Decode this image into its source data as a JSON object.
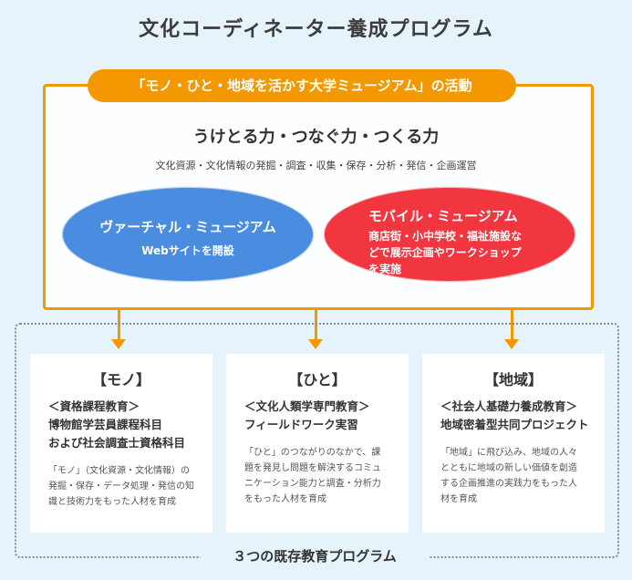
{
  "title": "文化コーディネーター養成プログラム",
  "banner": "「モノ・ひと・地域を活かす大学ミュージアム」の活動",
  "subhead": "うけとる力・つなぐ力・つくる力",
  "activities": "文化資源・文化情報の発掘・調査・収集・保存・分析・発信・企画運営",
  "virtual": {
    "title": "ヴァーチャル・ミュージアム",
    "desc": "Webサイトを開設"
  },
  "mobile": {
    "title": "モバイル・ミュージアム",
    "desc_lines": [
      "商店街・小中学校・福祉施設な",
      "どで展示企画やワークショップ",
      "を実施"
    ]
  },
  "cards": [
    {
      "title": "【モノ】",
      "sub_lines": [
        "＜資格課程教育＞",
        "博物館学芸員課程科目",
        "および社会調査士資格科目"
      ],
      "desc_lines": [
        "「モノ」（文化資源・文化情報）の",
        "発掘・保存・データ処理・発信の知",
        "識と技術力をもった人材を育成"
      ]
    },
    {
      "title": "【ひと】",
      "sub_lines": [
        "＜文化人類学専門教育＞",
        "フィールドワーク実習"
      ],
      "desc_lines": [
        "「ひと」のつながりのなかで、課",
        "題を発見し問題を解決するコミュ",
        "ニケーション能力と調査・分析力",
        "をもった人材を育成"
      ]
    },
    {
      "title": "【地域】",
      "sub_lines": [
        "＜社会人基礎力養成教育＞",
        "地域密着型共同プロジェクト"
      ],
      "desc_lines": [
        "「地域」に飛び込み、地域の人々",
        "とともに地域の新しい価値を創造",
        "する企画推進の実践力をもった人",
        "材を育成"
      ]
    }
  ],
  "footer": "３つの既存教育プログラム",
  "colors": {
    "background": "#e6f3fa",
    "accent_orange": "#f39800",
    "virtual_blue": "#4a8de0",
    "mobile_red": "#f2363f"
  }
}
